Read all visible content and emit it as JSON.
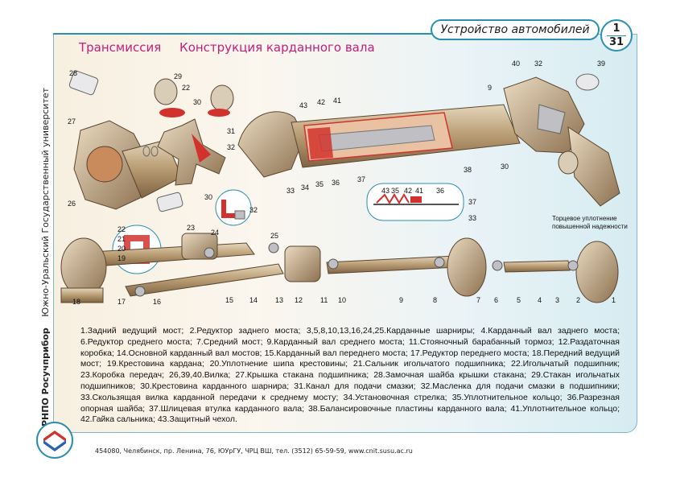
{
  "header": {
    "section": "Устройство автомобилей",
    "page_top": "1",
    "page_bottom": "31"
  },
  "title": {
    "part1": "Трансмиссия",
    "part2": "Конструкция карданного вала"
  },
  "side": {
    "brand": "РНПО Росучприбор",
    "university": "Южно-Уральский Государственный университет"
  },
  "diagram": {
    "note_line1": "Торцевое уплотнение",
    "note_line2": "повышенной надежности",
    "upper_labels": [
      "28",
      "27",
      "26",
      "29",
      "22",
      "30",
      "31",
      "32",
      "33",
      "34",
      "35",
      "36",
      "37",
      "38",
      "43",
      "42",
      "41",
      "9",
      "40",
      "32",
      "39",
      "30"
    ],
    "inset_labels": [
      "43",
      "35",
      "42",
      "41",
      "36",
      "37",
      "33"
    ],
    "inset2_labels": [
      "30",
      "32"
    ],
    "inset3_labels": [
      "22",
      "21",
      "20",
      "19"
    ],
    "lower_labels": [
      "18",
      "17",
      "16",
      "15",
      "14",
      "13",
      "12",
      "11",
      "10",
      "9",
      "8",
      "7",
      "6",
      "5",
      "4",
      "3",
      "2",
      "1",
      "23",
      "24",
      "25"
    ]
  },
  "colors": {
    "title": "#c0207a",
    "accent": "#2b8fb0",
    "metal": "#b79b72",
    "red": "#d2322d"
  },
  "legend": "1.Задний ведущий мост; 2.Редуктор заднего моста; 3,5,8,10,13,16,24,25.Карданные шарниры; 4.Карданный вал заднего моста; 6.Редуктор среднего моста; 7.Средний мост; 9.Карданный вал среднего моста; 11.Стояночный барабанный тормоз; 12.Раздаточная коробка; 14.Основной карданный вал мостов; 15.Карданный вал переднего моста; 17.Редуктор переднего моста; 18.Передний ведущий мост; 19.Крестовина кардана; 20.Уплотнение шипа крестовины; 21.Сальник игольчатого подшипника; 22.Игольчатый подшипник; 23.Коробка передач; 26,39,40.Вилка; 27.Крышка стакана подшипника; 28.Замочная шайба крышки стакана; 29.Стакан игольчатых подшипников; 30.Крестовина карданного шарнира; 31.Канал для подачи смазки; 32.Масленка для подачи смазки в подшипники; 33.Скользящая вилка карданной передачи к среднему мосту; 34.Установочная стрелка; 35.Уплотнительное кольцо; 36.Разрезная опорная шайба; 37.Шлицевая втулка карданного вала; 38.Балансировочные пластины карданного вала; 41.Уплотнительное кольцо; 42.Гайка сальника; 43.Защитный чехол.",
  "footer": "454080, Челябинск, пр. Ленина, 76, ЮУрГУ, ЧРЦ ВШ, тел. (3512) 65-59-59, www.cnit.susu.ac.ru"
}
